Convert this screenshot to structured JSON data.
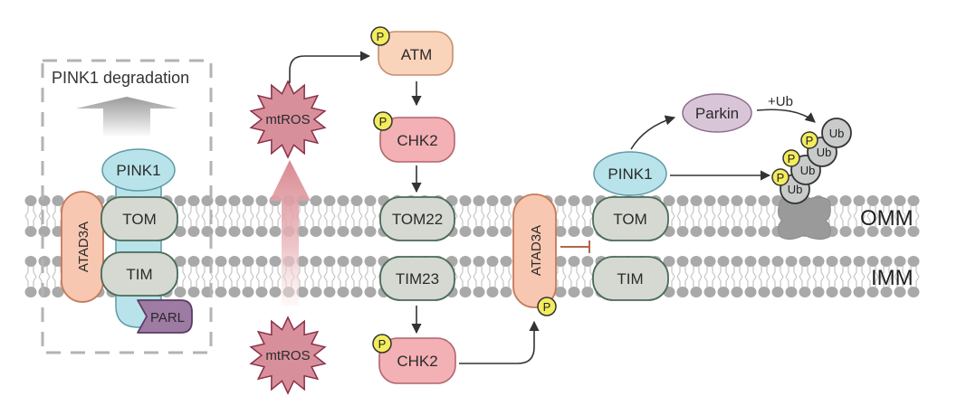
{
  "diagram": {
    "title": "PINK1 regulation by mtROS–ATM–CHK2–ATAD3A at the mitochondrial membranes",
    "membranes": {
      "outer": "OMM",
      "inner": "IMM"
    },
    "left_panel": {
      "title": "PINK1 degradation",
      "atad3a": "ATAD3A",
      "pink1": "PINK1",
      "tom": "TOM",
      "tim": "TIM",
      "parl": "PARL"
    },
    "middle": {
      "mtros_top": "mtROS",
      "mtros_bottom": "mtROS",
      "atm": "ATM",
      "chk2_top": "CHK2",
      "tom22": "TOM22",
      "tim23": "TIM23",
      "chk2_bottom": "CHK2",
      "phospho": "P"
    },
    "right": {
      "atad3a": "ATAD3A",
      "pink1": "PINK1",
      "tom": "TOM",
      "tim": "TIM",
      "parkin": "Parkin",
      "plus_ub": "+Ub",
      "ub": [
        "Ub",
        "Ub",
        "Ub",
        "Ub"
      ],
      "phospho": "P"
    },
    "colors": {
      "lipid": "#a9a9a9",
      "tom_tim_fill": "#d5d9d2",
      "tom_tim_stroke": "#4a6b5a",
      "pink1_fill": "#b9e3ea",
      "atad3a_fill": "#f7c7b1",
      "atad3a_stroke": "#c57a5b",
      "atm_fill": "#fad3bb",
      "chk2_fill": "#f3b0b5",
      "mtros_fill": "#d88f9c",
      "parl_fill": "#9e7ba3",
      "parkin_fill": "#d9c5d8",
      "phospho_fill": "#f3ec5c",
      "ub_fill": "#c9cbcb",
      "inhibit": "#b5654a"
    }
  }
}
